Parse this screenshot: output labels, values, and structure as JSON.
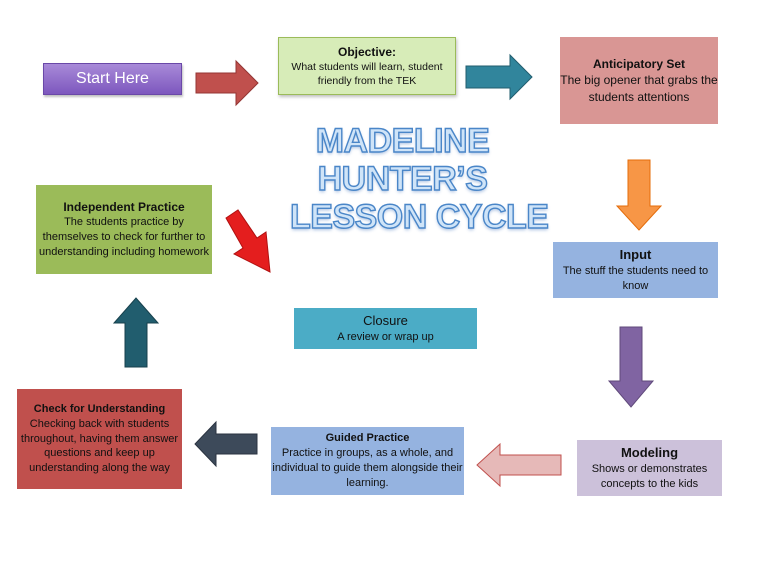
{
  "title": {
    "line1": "MADELINE",
    "line2": "HUNTER’S",
    "line3": "LESSON CYCLE"
  },
  "start": {
    "label": "Start Here"
  },
  "objective": {
    "heading": "Objective:",
    "text": "What students will learn, student friendly from the TEK"
  },
  "anticipatory_set": {
    "heading": "Anticipatory Set",
    "text": "The big opener that grabs the students attentions"
  },
  "input": {
    "heading": "Input",
    "text": "The stuff the students need to know"
  },
  "modeling": {
    "heading": "Modeling",
    "text": "Shows or demonstrates concepts to the kids"
  },
  "guided_practice": {
    "heading": "Guided Practice",
    "text": "Practice in groups, as a whole, and individual to guide them alongside their learning."
  },
  "check_for_understanding": {
    "heading": "Check for Understanding",
    "text": "Checking back with students throughout, having them answer questions and keep up understanding along the way"
  },
  "independent_practice": {
    "heading": "Independent Practice",
    "text": "The students practice by themselves to check for further to understanding including homework"
  },
  "closure": {
    "heading": "Closure",
    "text": "A review or wrap up"
  },
  "colors": {
    "start": "#7d57be",
    "objective": "#d7ecb8",
    "anticipatory": "#d99694",
    "input": "#95b3e0",
    "modeling": "#ccc1da",
    "guided": "#95b3e0",
    "check": "#c0504d",
    "independent": "#9bbb59",
    "closure": "#4bacc6",
    "arrow_red": "#c0504d",
    "arrow_teal": "#31859c",
    "arrow_orange": "#f79646",
    "arrow_purple": "#8064a2",
    "arrow_pink": "#e6b9b8",
    "arrow_dark": "#3d4a5a",
    "arrow_darkteal": "#215d6e",
    "arrow_brightred": "#e41e1e"
  }
}
